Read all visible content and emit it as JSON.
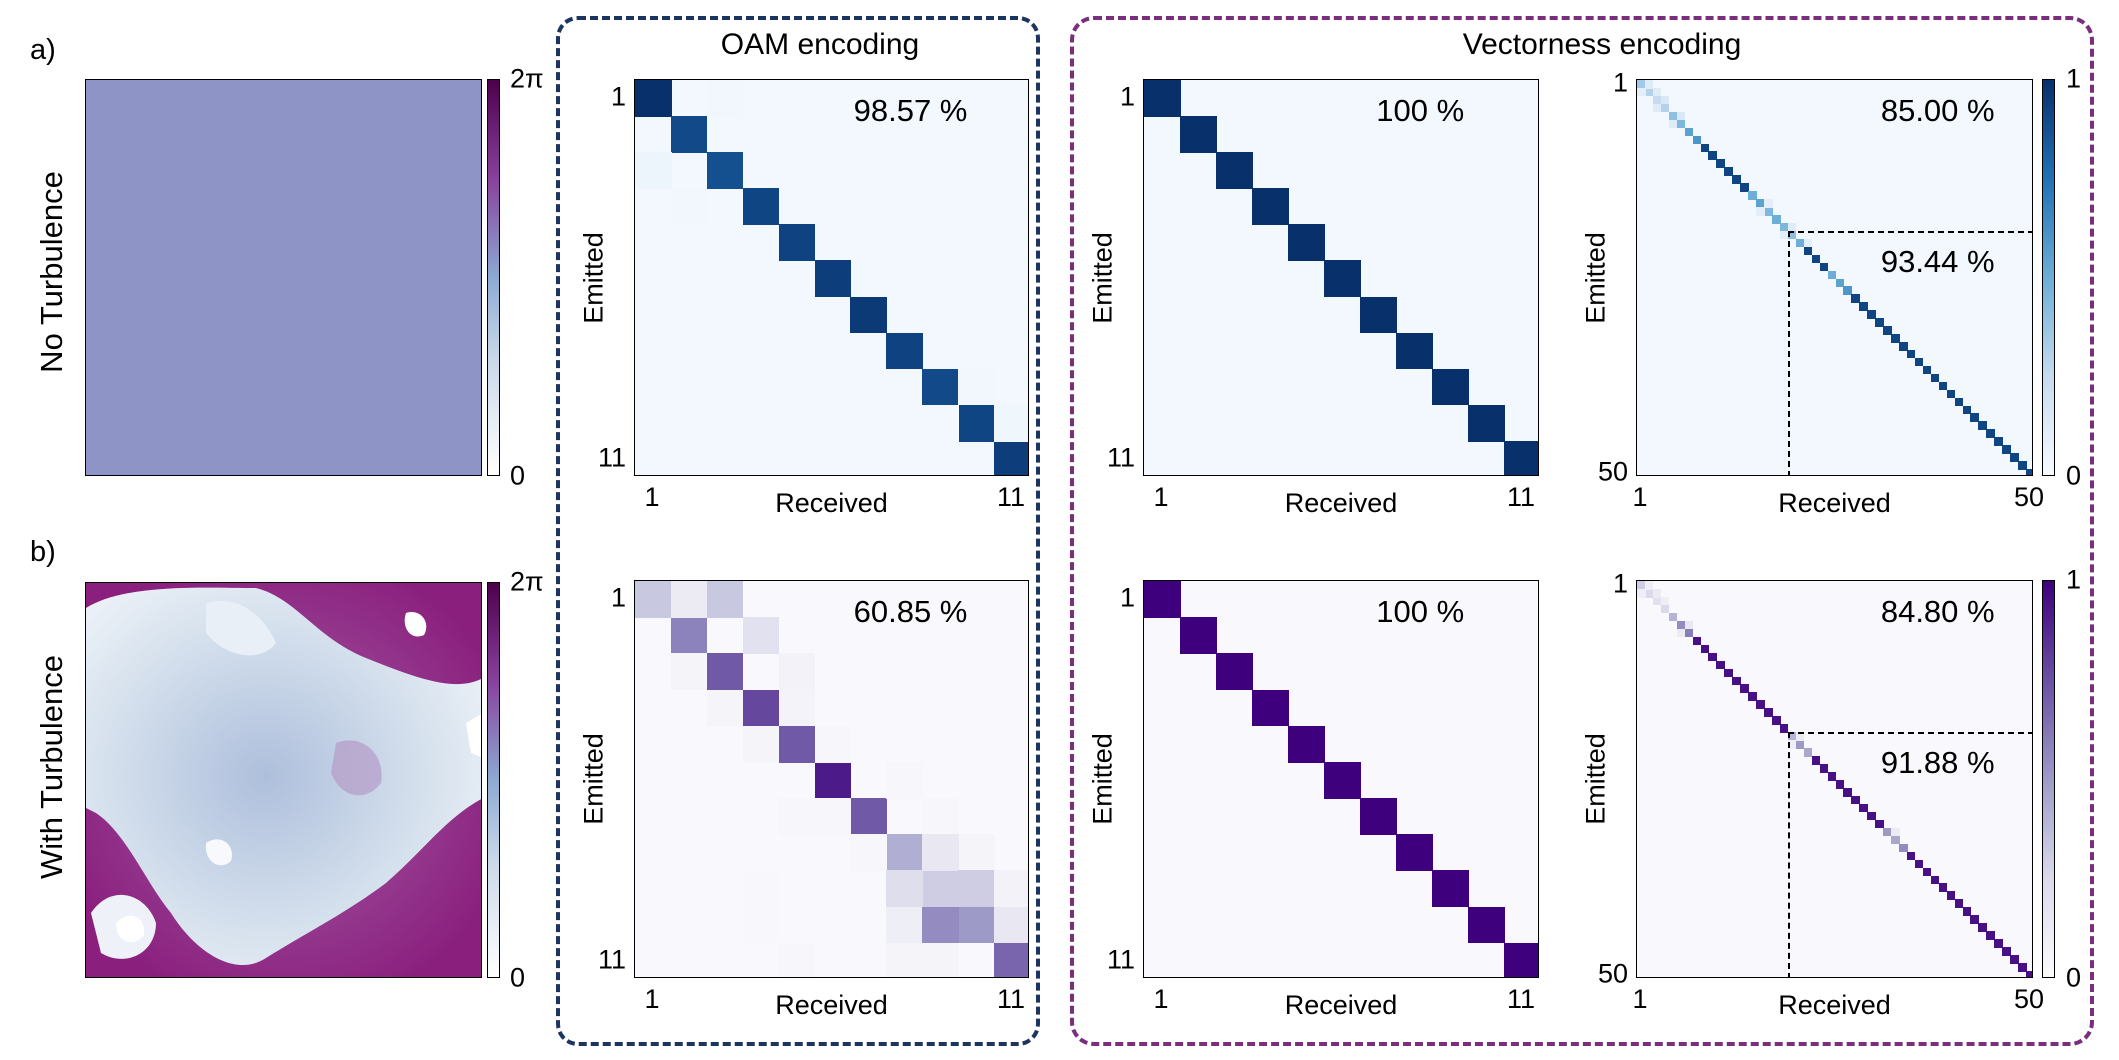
{
  "labels": {
    "panel_a": "a)",
    "panel_b": "b)",
    "row_a": "No Turbulence",
    "row_b": "With Turbulence",
    "oam_title": "OAM encoding",
    "vec_title": "Vectorness  encoding"
  },
  "phase_colorbar": {
    "max_label": "2π",
    "min_label": "0"
  },
  "prob_colorbar": {
    "max_label": "1",
    "min_label": "0"
  },
  "colors": {
    "oam_frame": "#1b3560",
    "vec_frame": "#7a2e7e",
    "blues_dark": "#08306b",
    "purples_dark": "#3f007d",
    "phase_no_turbulence": "#8e94c6"
  },
  "chart_data": [
    {
      "id": "oam_no_turbulence",
      "type": "heatmap",
      "cmap": "blues",
      "n": 11,
      "accuracy": "98.57  %",
      "xlabel": "Received",
      "ylabel": "Emitted",
      "x_ticks": [
        "1",
        "11"
      ],
      "y_ticks": [
        "1",
        "11"
      ],
      "diagonal": [
        1.0,
        0.9,
        0.88,
        0.92,
        0.93,
        0.95,
        0.96,
        0.93,
        0.9,
        0.92,
        0.95
      ],
      "off_diagonal": [
        [
          0,
          2,
          0.03
        ],
        [
          2,
          0,
          0.05
        ],
        [
          3,
          1,
          0.03
        ],
        [
          4,
          2,
          0.02
        ],
        [
          8,
          9,
          0.03
        ],
        [
          9,
          10,
          0.04
        ],
        [
          9,
          8,
          0.02
        ]
      ]
    },
    {
      "id": "oam_with_turbulence",
      "type": "heatmap",
      "cmap": "purples",
      "n": 11,
      "accuracy": "60.85  %",
      "xlabel": "Received",
      "ylabel": "Emitted",
      "x_ticks": [
        "1",
        "11"
      ],
      "y_ticks": [
        "1",
        "11"
      ],
      "diagonal": [
        0.32,
        0.58,
        0.72,
        0.78,
        0.72,
        0.92,
        0.72,
        0.42,
        0.3,
        0.5,
        0.68
      ],
      "off_diagonal": [
        [
          0,
          1,
          0.12
        ],
        [
          0,
          2,
          0.32
        ],
        [
          1,
          3,
          0.2
        ],
        [
          2,
          1,
          0.05
        ],
        [
          2,
          4,
          0.07
        ],
        [
          3,
          2,
          0.05
        ],
        [
          3,
          4,
          0.06
        ],
        [
          4,
          3,
          0.05
        ],
        [
          4,
          5,
          0.04
        ],
        [
          5,
          7,
          0.04
        ],
        [
          6,
          5,
          0.04
        ],
        [
          6,
          8,
          0.04
        ],
        [
          7,
          6,
          0.04
        ],
        [
          7,
          9,
          0.05
        ],
        [
          7,
          8,
          0.15
        ],
        [
          8,
          7,
          0.22
        ],
        [
          8,
          9,
          0.3
        ],
        [
          8,
          10,
          0.07
        ],
        [
          9,
          7,
          0.1
        ],
        [
          9,
          8,
          0.55
        ],
        [
          9,
          10,
          0.15
        ],
        [
          10,
          7,
          0.05
        ],
        [
          10,
          8,
          0.05
        ],
        [
          6,
          4,
          0.04
        ],
        [
          10,
          4,
          0.04
        ],
        [
          9,
          3,
          0.03
        ],
        [
          8,
          3,
          0.03
        ]
      ]
    },
    {
      "id": "vec11_no_turbulence",
      "type": "heatmap",
      "cmap": "blues",
      "n": 11,
      "accuracy": "100  %",
      "xlabel": "Received",
      "ylabel": "Emitted",
      "x_ticks": [
        "1",
        "11"
      ],
      "y_ticks": [
        "1",
        "11"
      ],
      "diagonal": [
        1,
        1,
        1,
        1,
        1,
        1,
        1,
        1,
        1,
        1,
        1
      ],
      "off_diagonal": []
    },
    {
      "id": "vec11_with_turbulence",
      "type": "heatmap",
      "cmap": "purples",
      "n": 11,
      "accuracy": "100  %",
      "xlabel": "Received",
      "ylabel": "Emitted",
      "x_ticks": [
        "1",
        "11"
      ],
      "y_ticks": [
        "1",
        "11"
      ],
      "diagonal": [
        1,
        1,
        1,
        1,
        1,
        1,
        1,
        1,
        1,
        1,
        1
      ],
      "off_diagonal": []
    },
    {
      "id": "vec50_no_turbulence",
      "type": "heatmap",
      "cmap": "blues",
      "n": 50,
      "accuracy": "85.00  %",
      "sub_accuracy": "93.44  %",
      "sub_start": 19,
      "xlabel": "Received",
      "ylabel": "Emitted",
      "x_ticks": [
        "1",
        "50"
      ],
      "y_ticks": [
        "1",
        "50"
      ],
      "diagonal_weak": [
        [
          0,
          0.35
        ],
        [
          1,
          0.3
        ],
        [
          2,
          0.25
        ],
        [
          3,
          0.3
        ],
        [
          4,
          0.4
        ],
        [
          5,
          0.45
        ],
        [
          6,
          0.55
        ],
        [
          7,
          0.6
        ],
        [
          14,
          0.5
        ],
        [
          15,
          0.55
        ],
        [
          16,
          0.45
        ],
        [
          17,
          0.5
        ],
        [
          18,
          0.45
        ],
        [
          19,
          0.4
        ],
        [
          20,
          0.5
        ],
        [
          24,
          0.5
        ],
        [
          25,
          0.55
        ],
        [
          26,
          0.6
        ]
      ],
      "diagonal_default": 0.92,
      "off_diagonal": [
        [
          0,
          1,
          0.12
        ],
        [
          1,
          0,
          0.1
        ],
        [
          1,
          2,
          0.12
        ],
        [
          2,
          3,
          0.15
        ],
        [
          3,
          2,
          0.12
        ],
        [
          4,
          5,
          0.15
        ],
        [
          5,
          4,
          0.12
        ],
        [
          15,
          16,
          0.1
        ],
        [
          16,
          15,
          0.1
        ],
        [
          18,
          19,
          0.12
        ],
        [
          19,
          18,
          0.1
        ],
        [
          20,
          21,
          0.1
        ]
      ]
    },
    {
      "id": "vec50_with_turbulence",
      "type": "heatmap",
      "cmap": "purples",
      "n": 50,
      "accuracy": "84.80  %",
      "sub_accuracy": "91.88  %",
      "sub_start": 19,
      "xlabel": "Received",
      "ylabel": "Emitted",
      "x_ticks": [
        "1",
        "50"
      ],
      "y_ticks": [
        "1",
        "50"
      ],
      "diagonal_weak": [
        [
          0,
          0.3
        ],
        [
          1,
          0.25
        ],
        [
          2,
          0.2
        ],
        [
          3,
          0.25
        ],
        [
          4,
          0.4
        ],
        [
          5,
          0.55
        ],
        [
          6,
          0.6
        ],
        [
          19,
          0.4
        ],
        [
          20,
          0.5
        ],
        [
          21,
          0.45
        ],
        [
          31,
          0.5
        ],
        [
          32,
          0.45
        ],
        [
          33,
          0.55
        ]
      ],
      "diagonal_default": 0.95,
      "off_diagonal": [
        [
          0,
          1,
          0.1
        ],
        [
          1,
          0,
          0.1
        ],
        [
          1,
          2,
          0.12
        ],
        [
          2,
          3,
          0.1
        ],
        [
          5,
          6,
          0.15
        ],
        [
          6,
          5,
          0.12
        ],
        [
          19,
          20,
          0.12
        ],
        [
          20,
          19,
          0.1
        ],
        [
          31,
          32,
          0.12
        ]
      ]
    }
  ]
}
